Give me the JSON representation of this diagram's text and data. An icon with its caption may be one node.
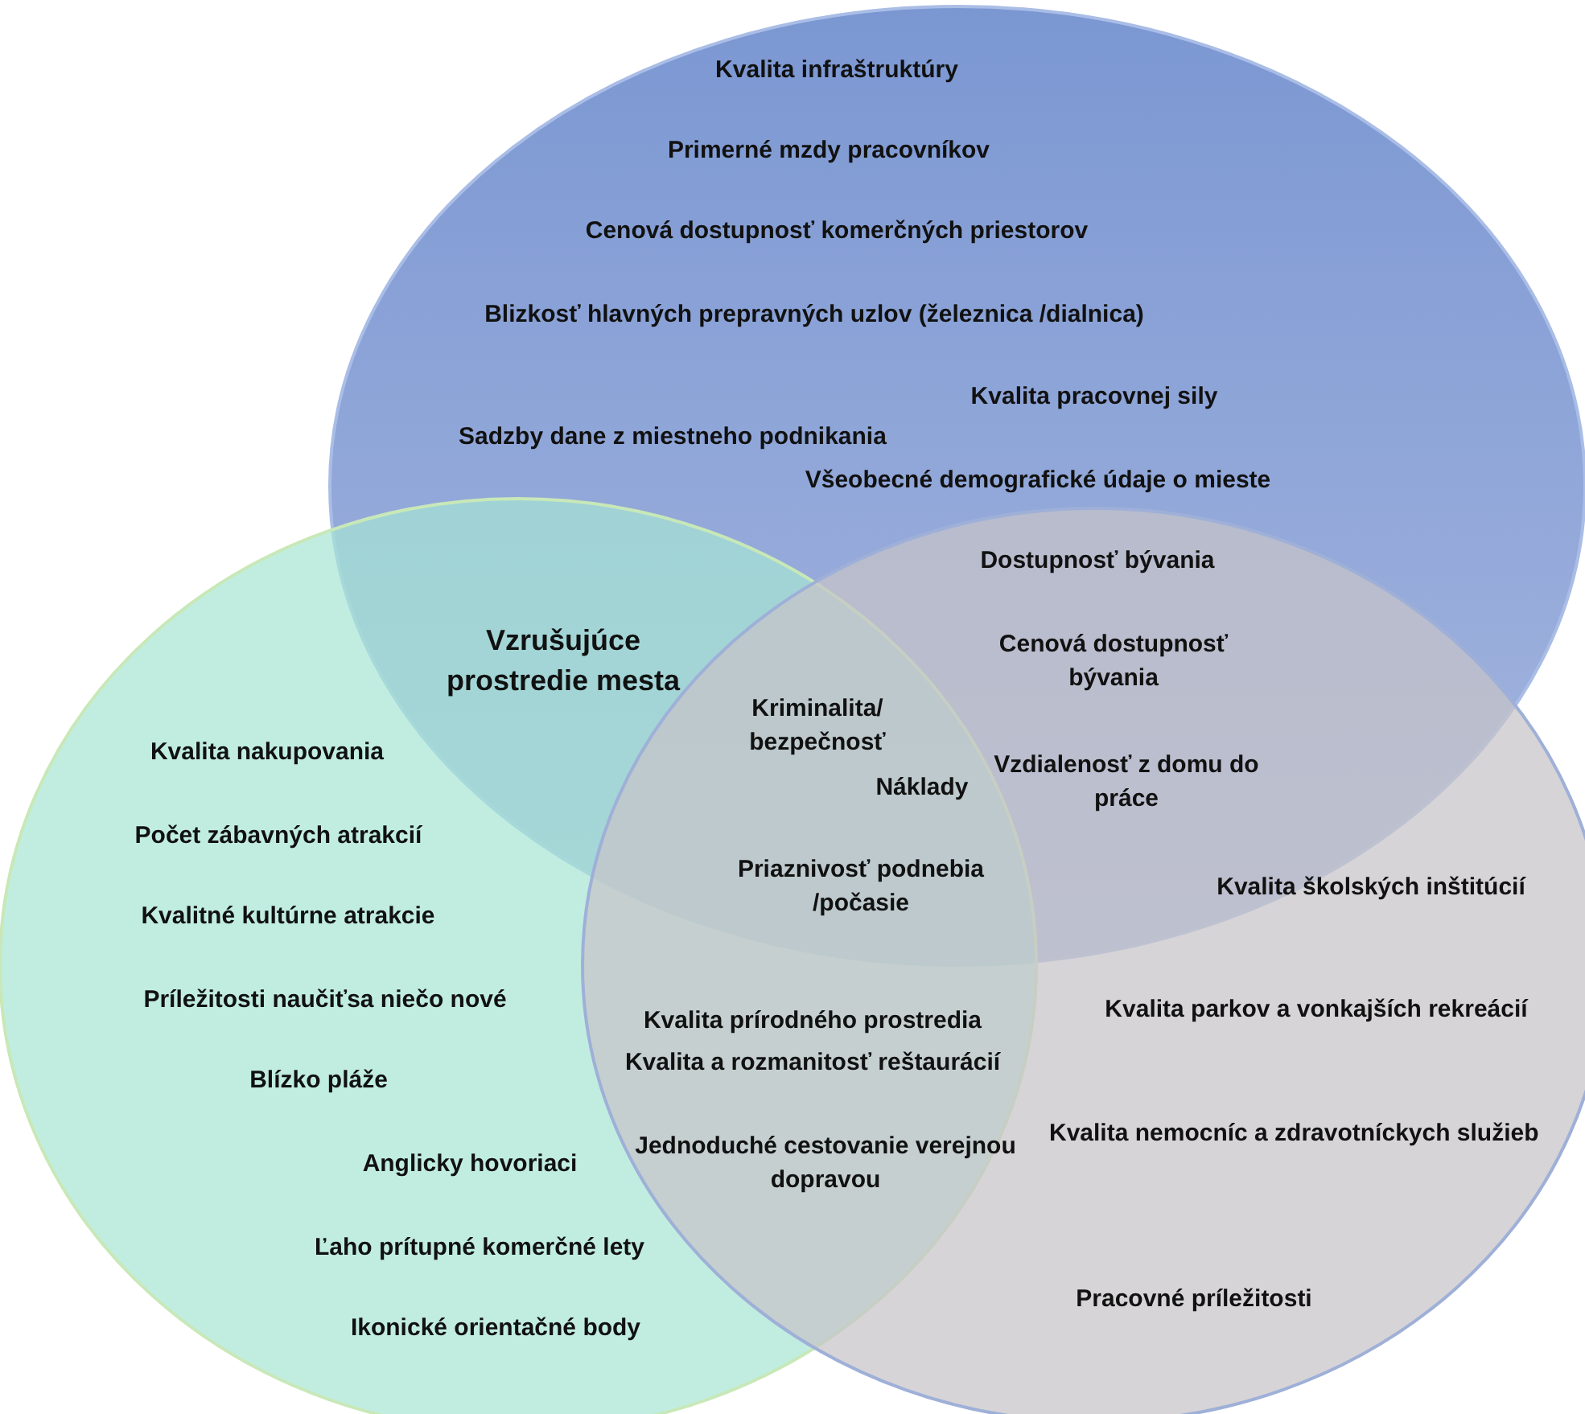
{
  "diagram": {
    "labels": [
      "Kvalita infraštruktúry",
      "Primerné mzdy pracovníkov",
      "Cenová dostupnosť komerčných priestorov",
      "Blizkosť hlavných prepravných uzlov (železnica /dialnica)",
      "Kvalita pracovnej sily",
      "Sadzby dane z miestneho podnikania",
      "Všeobecné demografické údaje o mieste",
      "Dostupnosť bývania",
      "Vzrušujúce prostredie mesta",
      "Cenová dostupnosť bývania",
      "Kriminalita/ bezpečnosť",
      "Kvalita nakupovania",
      "Náklady",
      "Vzdialenosť z domu do práce",
      "Počet zábavných atrakcií",
      "Priaznivosť podnebia /počasie",
      "Kvalita školských inštitúcií",
      "Kvalitné kultúrne atrakcie",
      "Príležitosti naučiťsa niečo nové",
      "Kvalita prírodného prostredia",
      "Kvalita parkov a vonkajších rekreácií",
      "Kvalita a rozmanitosť reštaurácií",
      "Blízko pláže",
      "Kvalita nemocníc a zdravotníckych služieb",
      "Jednoduché cestovanie verejnou dopravou",
      "Anglicky hovoriaci",
      "Ľaho prítupné komerčné lety",
      "Pracovné príležitosti",
      "Ikonické orientačné body"
    ]
  }
}
